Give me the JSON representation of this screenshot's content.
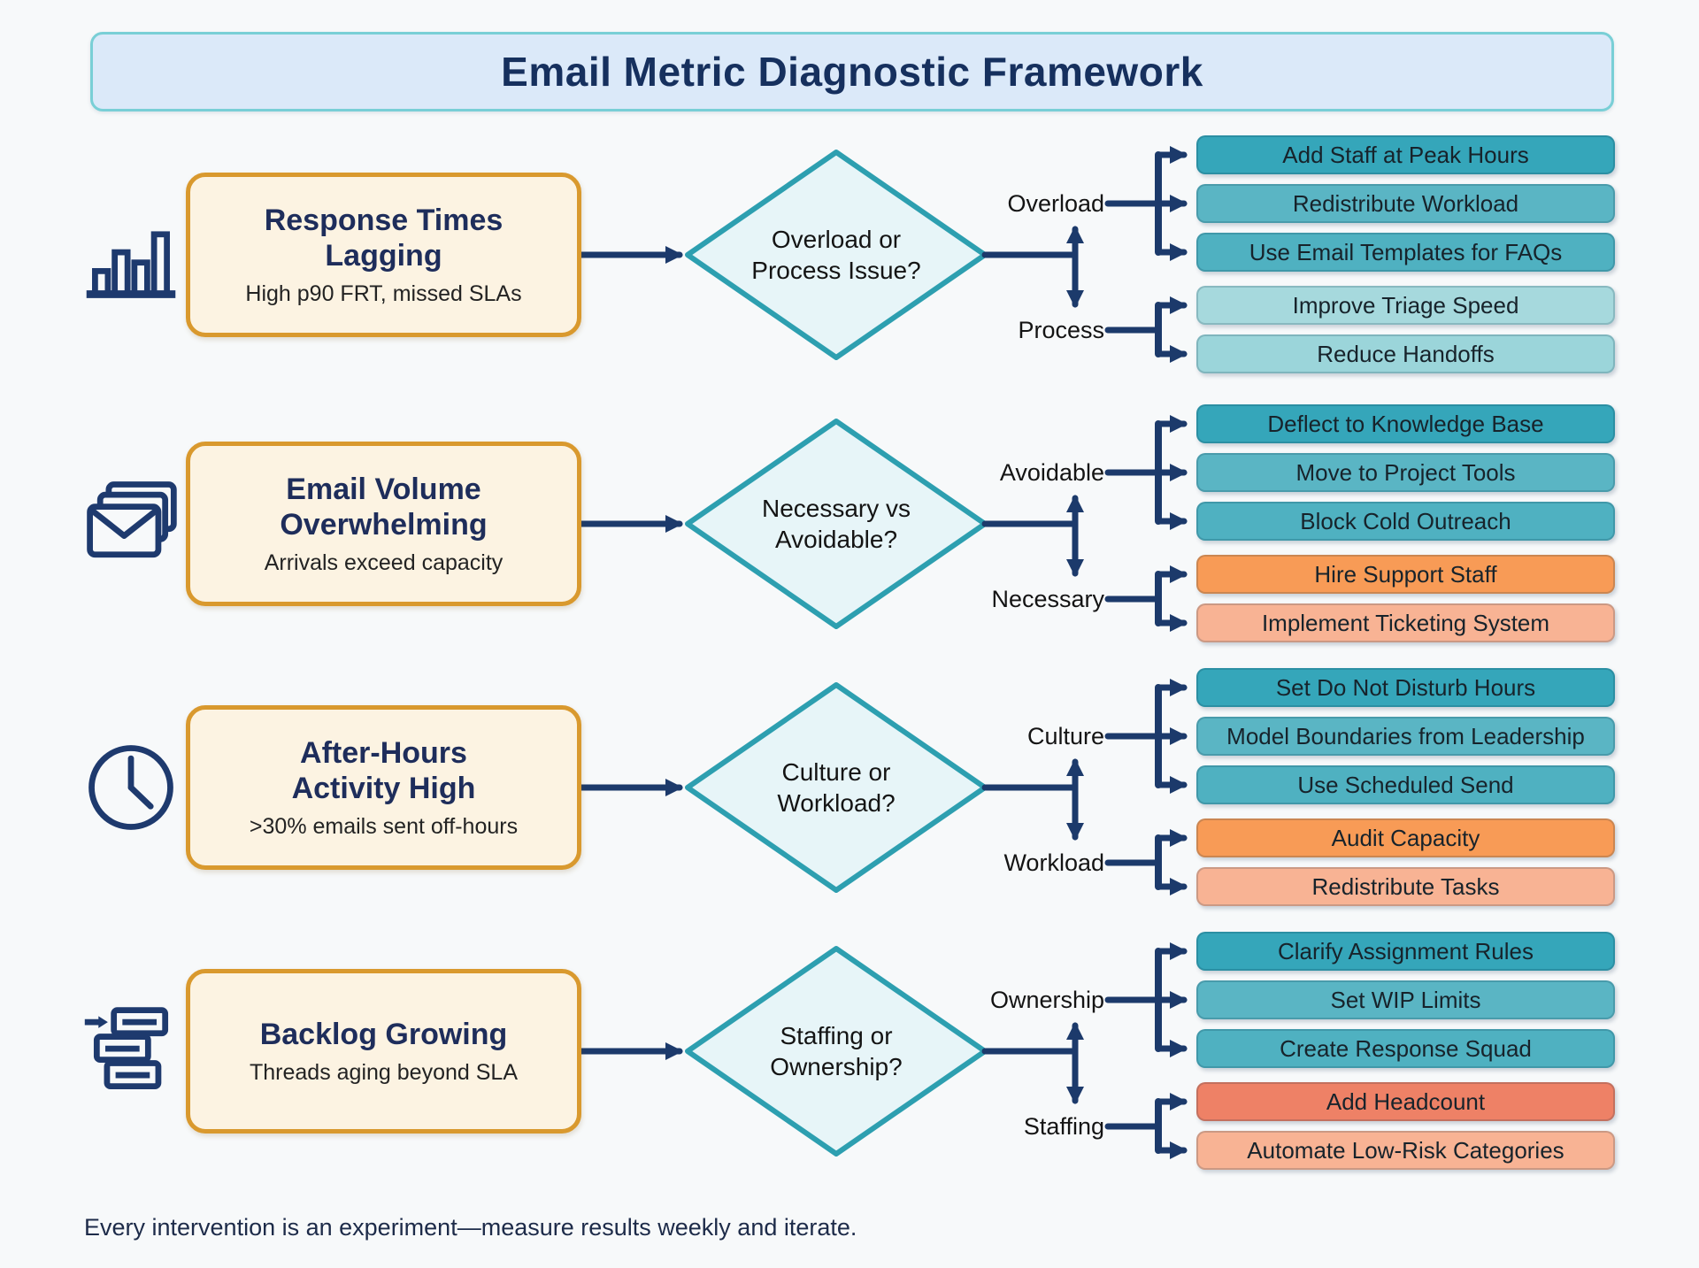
{
  "title": "Email Metric Diagnostic Framework",
  "footer": "Every intervention is an experiment—measure results weekly and iterate.",
  "colors": {
    "tealDark": "#35a6ba",
    "tealMid": "#5ab5c4",
    "tealMid2": "#4fb1c1",
    "tealLight": "#a6d9dd",
    "tealLight2": "#9bd5da",
    "orange": "#f89b56",
    "salmon": "#f8b394",
    "coral": "#ee8166",
    "connector": "#1c3a6b",
    "icon": "#1e3a6e",
    "diamondFill": "#e7f5f8",
    "diamondBorder": "#2d9fb0",
    "problemFill": "#fcf3e2",
    "problemBorder": "#d9992e",
    "bannerFill": "#dbe9f9",
    "bannerBorder": "#79cfd6"
  },
  "rows": [
    {
      "icon": "bar-chart-icon",
      "problem": {
        "title": "Response Times\nLagging",
        "subtitle": "High p90 FRT, missed SLAs"
      },
      "decision": "Overload or\nProcess Issue?",
      "branches": [
        {
          "label": "Overload",
          "actions": [
            {
              "text": "Add Staff at Peak Hours",
              "color": "tealDark"
            },
            {
              "text": "Redistribute Workload",
              "color": "tealMid"
            },
            {
              "text": "Use Email Templates for FAQs",
              "color": "tealMid2"
            }
          ]
        },
        {
          "label": "Process",
          "actions": [
            {
              "text": "Improve Triage Speed",
              "color": "tealLight"
            },
            {
              "text": "Reduce Handoffs",
              "color": "tealLight2"
            }
          ]
        }
      ]
    },
    {
      "icon": "envelopes-icon",
      "problem": {
        "title": "Email Volume\nOverwhelming",
        "subtitle": "Arrivals exceed capacity"
      },
      "decision": "Necessary vs\nAvoidable?",
      "branches": [
        {
          "label": "Avoidable",
          "actions": [
            {
              "text": "Deflect to Knowledge Base",
              "color": "tealDark"
            },
            {
              "text": "Move to Project Tools",
              "color": "tealMid"
            },
            {
              "text": "Block Cold Outreach",
              "color": "tealMid2"
            }
          ]
        },
        {
          "label": "Necessary",
          "actions": [
            {
              "text": "Hire Support Staff",
              "color": "orange"
            },
            {
              "text": "Implement Ticketing System",
              "color": "salmon"
            }
          ]
        }
      ]
    },
    {
      "icon": "clock-icon",
      "problem": {
        "title": "After-Hours\nActivity High",
        "subtitle": ">30% emails sent off-hours"
      },
      "decision": "Culture or\nWorkload?",
      "branches": [
        {
          "label": "Culture",
          "actions": [
            {
              "text": "Set Do Not Disturb Hours",
              "color": "tealDark"
            },
            {
              "text": "Model Boundaries from Leadership",
              "color": "tealMid"
            },
            {
              "text": "Use Scheduled Send",
              "color": "tealMid2"
            }
          ]
        },
        {
          "label": "Workload",
          "actions": [
            {
              "text": "Audit Capacity",
              "color": "orange"
            },
            {
              "text": "Redistribute Tasks",
              "color": "salmon"
            }
          ]
        }
      ]
    },
    {
      "icon": "backlog-icon",
      "problem": {
        "title": "Backlog Growing",
        "subtitle": "Threads aging beyond SLA"
      },
      "decision": "Staffing or\nOwnership?",
      "branches": [
        {
          "label": "Ownership",
          "actions": [
            {
              "text": "Clarify Assignment Rules",
              "color": "tealDark"
            },
            {
              "text": "Set WIP Limits",
              "color": "tealMid"
            },
            {
              "text": "Create Response Squad",
              "color": "tealMid2"
            }
          ]
        },
        {
          "label": "Staffing",
          "actions": [
            {
              "text": "Add Headcount",
              "color": "coral"
            },
            {
              "text": "Automate Low-Risk Categories",
              "color": "salmon"
            }
          ]
        }
      ]
    }
  ]
}
